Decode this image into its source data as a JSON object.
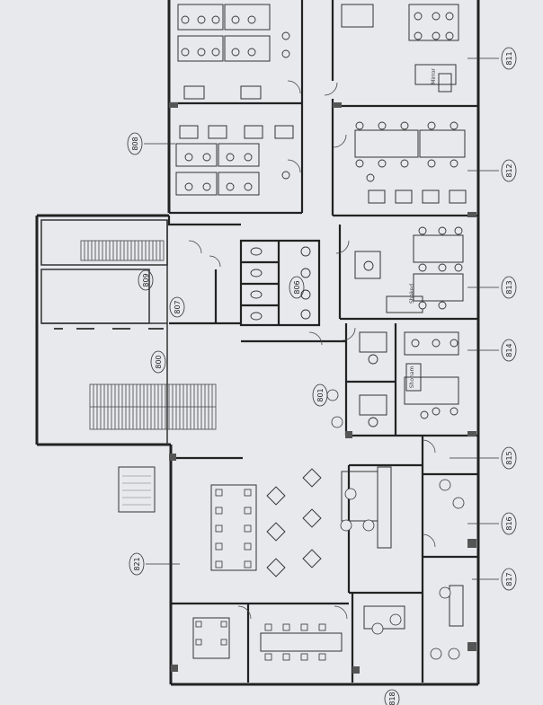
{
  "room_tags": [
    {
      "name": "room-tag-811",
      "label": "811"
    },
    {
      "name": "room-tag-808",
      "label": "808"
    },
    {
      "name": "room-tag-812",
      "label": "812"
    },
    {
      "name": "room-tag-809",
      "label": "809"
    },
    {
      "name": "room-tag-806",
      "label": "806"
    },
    {
      "name": "room-tag-813",
      "label": "813"
    },
    {
      "name": "room-tag-807",
      "label": "807"
    },
    {
      "name": "room-tag-814",
      "label": "814"
    },
    {
      "name": "room-tag-800",
      "label": "800"
    },
    {
      "name": "room-tag-801",
      "label": "801"
    },
    {
      "name": "room-tag-815",
      "label": "815"
    },
    {
      "name": "room-tag-816",
      "label": "816"
    },
    {
      "name": "room-tag-821",
      "label": "821"
    },
    {
      "name": "room-tag-817",
      "label": "817"
    },
    {
      "name": "room-tag-818",
      "label": "818"
    }
  ],
  "labels": {
    "mirror_label": "Mirror",
    "shoham_label": "Shoham",
    "shaked_label": "Shaked"
  },
  "colors": {
    "paper": "#ecedf1",
    "line": "#222222",
    "light": "#7a7a7a"
  }
}
